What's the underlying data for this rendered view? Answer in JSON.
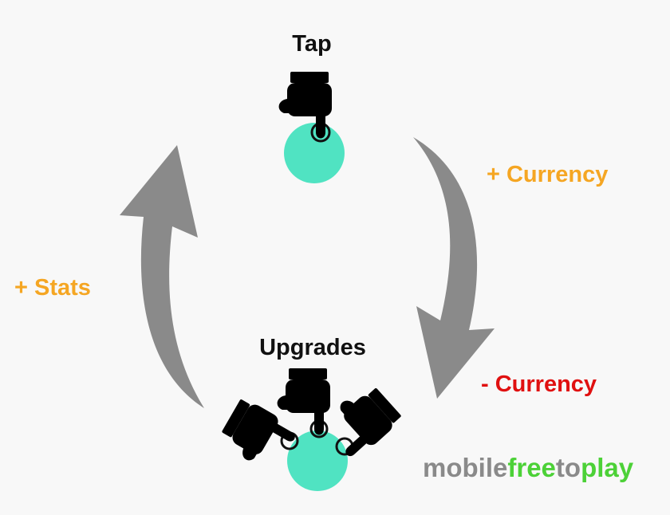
{
  "diagram": {
    "tap_label": "Tap",
    "upgrades_label": "Upgrades",
    "plus_currency_label": "+ Currency",
    "minus_currency_label": "- Currency",
    "plus_stats_label": "+ Stats"
  },
  "brand": {
    "part1": "mobile",
    "part2": "free",
    "part3": "to",
    "part4": "play"
  },
  "colors": {
    "circle": "#50e3c2",
    "arrow": "#8a8a8a",
    "currency_plus": "#f5a623",
    "currency_minus": "#e01010",
    "stats": "#f5a623",
    "brand_gray": "#8a8a8a",
    "brand_green": "#4cd137"
  },
  "icons": {
    "tap_hand": "pointing-hand-icon",
    "upgrade_hands": "pointing-hand-icon"
  }
}
